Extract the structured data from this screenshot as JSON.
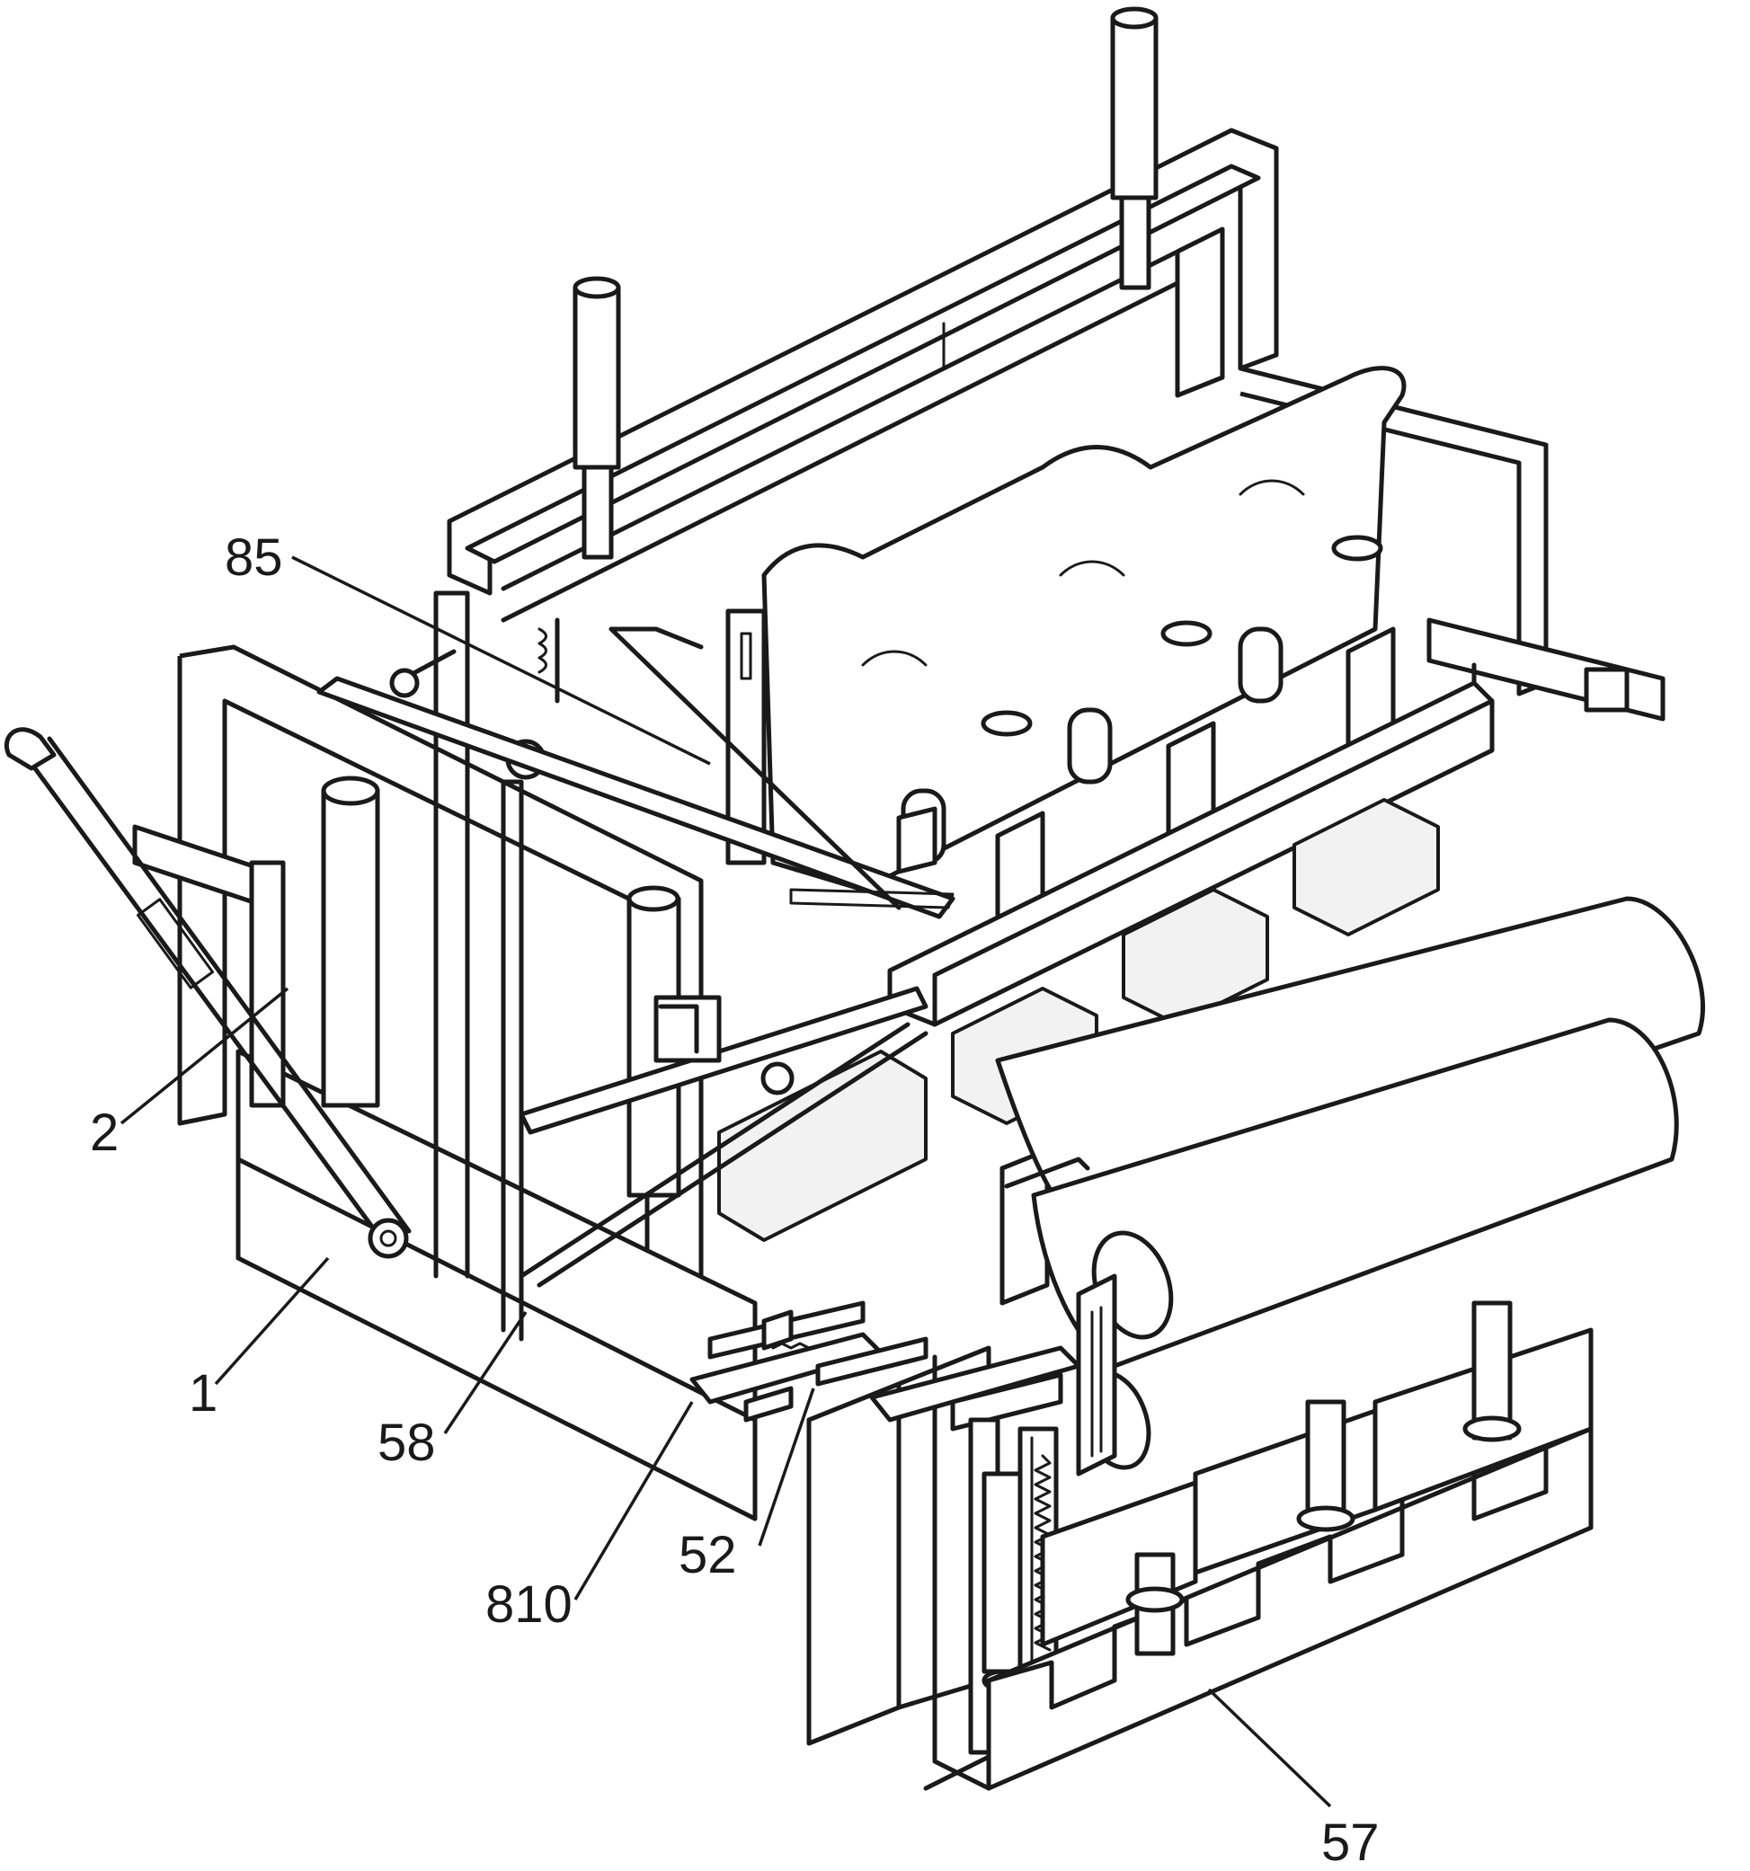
{
  "figure": {
    "labels": [
      {
        "id": "85",
        "text": "85"
      },
      {
        "id": "2",
        "text": "2"
      },
      {
        "id": "1",
        "text": "1"
      },
      {
        "id": "58",
        "text": "58"
      },
      {
        "id": "810",
        "text": "810"
      },
      {
        "id": "52",
        "text": "52"
      },
      {
        "id": "57",
        "text": "57"
      }
    ]
  }
}
